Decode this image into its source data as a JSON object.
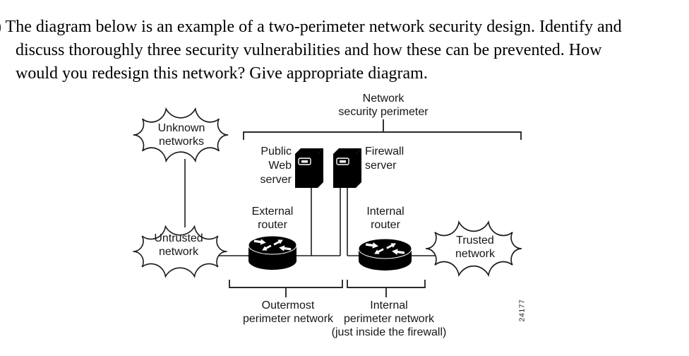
{
  "question": {
    "lines": [
      ") The diagram below is an example of a two-perimeter network security design. Identify and",
      "discuss thoroughly three security vulnerabilities and how these can be prevented. How",
      "would you redesign this network? Give appropriate diagram."
    ]
  },
  "diagram": {
    "labels": {
      "network_security_perimeter": [
        "Network",
        "security perimeter"
      ],
      "unknown_networks": [
        "Unknown",
        "networks"
      ],
      "untrusted_network": [
        "Untrusted",
        "network"
      ],
      "trusted_network": [
        "Trusted",
        "network"
      ],
      "public_web_server": [
        "Public",
        "Web",
        "server"
      ],
      "firewall_server": [
        "Firewall",
        "server"
      ],
      "external_router": [
        "External",
        "router"
      ],
      "internal_router": [
        "Internal",
        "router"
      ],
      "outermost_perimeter": [
        "Outermost",
        "perimeter network"
      ],
      "internal_perimeter": [
        "Internal",
        "perimeter network",
        "(just inside the firewall)"
      ],
      "figure_number": "24177"
    },
    "icons": [
      "cloud-icon",
      "server-tower-icon",
      "router-cylinder-icon",
      "perimeter-bracket"
    ],
    "colors": {
      "ink": "#000000",
      "line": "#2a2a2a",
      "background": "#ffffff"
    }
  }
}
